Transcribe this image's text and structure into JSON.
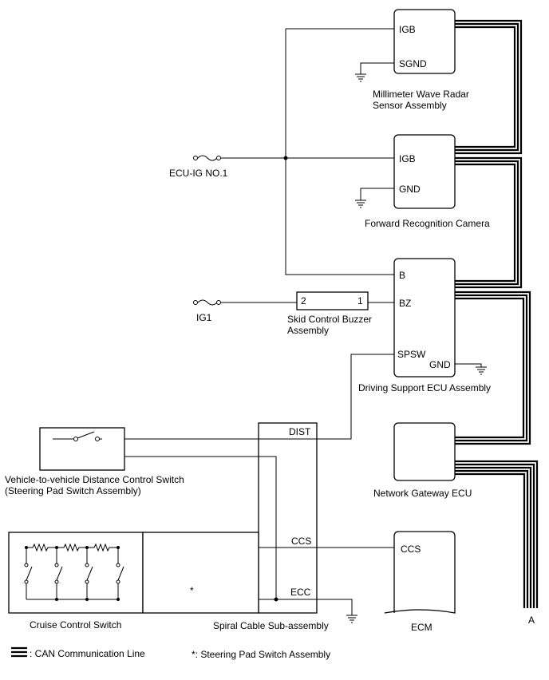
{
  "components": {
    "radar": {
      "name_line1": "Millimeter Wave Radar",
      "name_line2": "Sensor Assembly",
      "pins": [
        "IGB",
        "SGND"
      ]
    },
    "camera": {
      "name": "Forward Recognition Camera",
      "pins": [
        "IGB",
        "GND"
      ]
    },
    "support_ecu": {
      "name": "Driving Support ECU Assembly",
      "pins": [
        "B",
        "BZ",
        "SPSW",
        "GND"
      ]
    },
    "gateway": {
      "name": "Network Gateway ECU"
    },
    "ecm": {
      "name": "ECM",
      "pins": [
        "CCS"
      ]
    },
    "buzzer": {
      "name_line1": "Skid Control Buzzer",
      "name_line2": "Assembly",
      "pins": [
        "2",
        "1"
      ]
    },
    "distance_switch": {
      "name_line1": "Vehicle-to-vehicle Distance Control Switch",
      "name_line2": "(Steering Pad Switch Assembly)"
    },
    "cruise_switch": {
      "name": "Cruise Control Switch"
    },
    "spiral_cable": {
      "name": "Spiral Cable Sub-assembly",
      "pins": [
        "DIST",
        "CCS",
        "ECC"
      ],
      "asterisk": "*"
    }
  },
  "fuses": {
    "ecu_ig": "ECU-IG NO.1",
    "ig1": "IG1"
  },
  "connector_label": "A",
  "legend": {
    "can_line": ": CAN Communication Line",
    "footnote": "*: Steering Pad Switch Assembly"
  }
}
